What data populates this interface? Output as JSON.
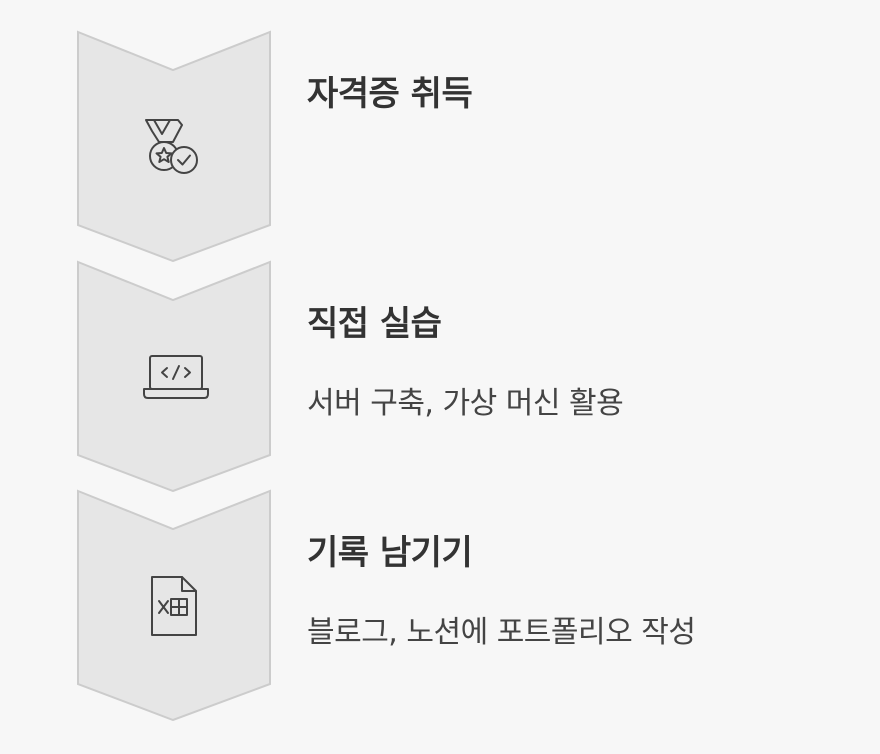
{
  "steps": [
    {
      "title": "자격증 취득",
      "description": "",
      "icon": "medal-check-icon"
    },
    {
      "title": "직접 실습",
      "description": "서버 구축, 가상 머신 활용",
      "icon": "laptop-code-icon"
    },
    {
      "title": "기록 남기기",
      "description": "블로그, 노션에 포트폴리오 작성",
      "icon": "spreadsheet-file-icon"
    }
  ],
  "colors": {
    "background": "#f7f7f7",
    "chevron_fill": "#e6e6e6",
    "chevron_stroke": "#cccccc",
    "icon_stroke": "#444444",
    "title_text": "#333333",
    "description_text": "#444444"
  }
}
